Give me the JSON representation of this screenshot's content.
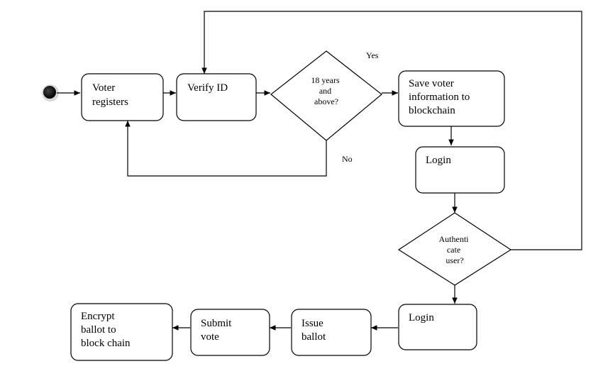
{
  "nodes": {
    "voter_registers": [
      "Voter",
      "registers"
    ],
    "verify_id": [
      "Verify ID"
    ],
    "age_check": [
      "18 years",
      "and",
      "above?"
    ],
    "save_voter": [
      "Save voter",
      "information to",
      "blockchain"
    ],
    "login_1": [
      "Login"
    ],
    "authenticate": [
      "Authenti",
      "cate",
      "user?"
    ],
    "login_2": [
      "Login"
    ],
    "issue_ballot": [
      "Issue",
      "ballot"
    ],
    "submit_vote": [
      "Submit",
      "vote"
    ],
    "encrypt_ballot": [
      "Encrypt",
      "ballot to",
      "block chain"
    ]
  },
  "edge_labels": {
    "yes": "Yes",
    "no": "No"
  }
}
